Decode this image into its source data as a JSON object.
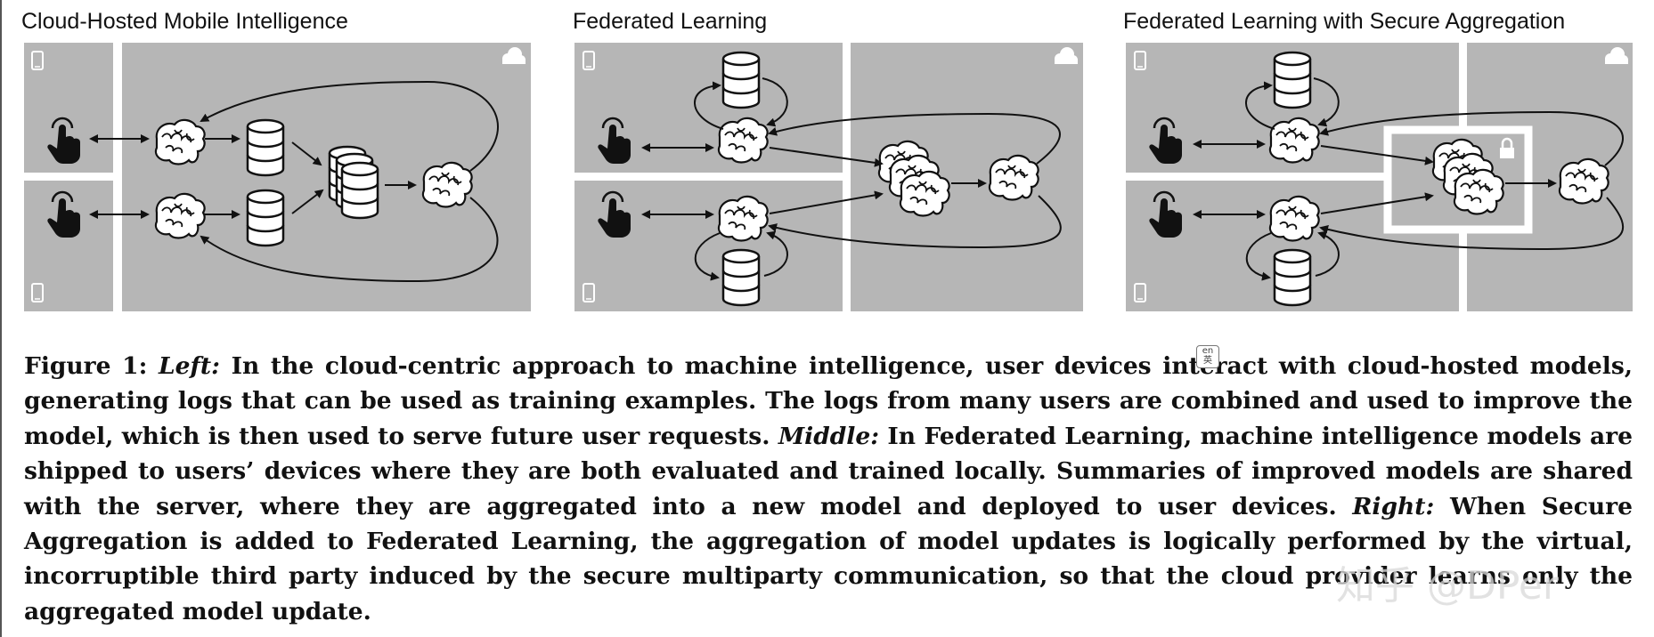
{
  "panels": {
    "left": {
      "title": "Cloud-Hosted Mobile Intelligence"
    },
    "middle": {
      "title": "Federated Learning"
    },
    "right": {
      "title": "Federated Learning with Secure Aggregation"
    }
  },
  "colors": {
    "panel_bg": "#b6b6b6",
    "ink": "#111111",
    "paper": "#ffffff"
  },
  "icons": [
    "phone-icon",
    "cloud-icon",
    "tap-hand-icon",
    "brain-icon",
    "database-icon",
    "lock-icon"
  ],
  "caption": {
    "fig_label": "Figure 1:",
    "left_label": "Left:",
    "left_text": "In the cloud-centric approach to machine intelligence, user devices interact with cloud-hosted models, generating logs that can be used as training examples. The logs from many users are combined and used to improve the model, which is then used to serve future user requests.",
    "middle_label": "Middle:",
    "middle_text": "In Federated Learning, machine intelligence models are shipped to users’ devices where they are both evaluated and trained locally. Summaries of improved models are shared with the server, where they are aggregated into a new model and deployed to user devices.",
    "right_label": "Right:",
    "right_text": "When Secure Aggregation is added to Federated Learning, the aggregation of model updates is logically performed by the virtual, incorruptible third party induced by the secure multiparty communication, so that the cloud provider learns only the aggregated model update."
  },
  "overlay": {
    "watermark": "知乎 @DPer",
    "translate_badge": "en 英"
  }
}
